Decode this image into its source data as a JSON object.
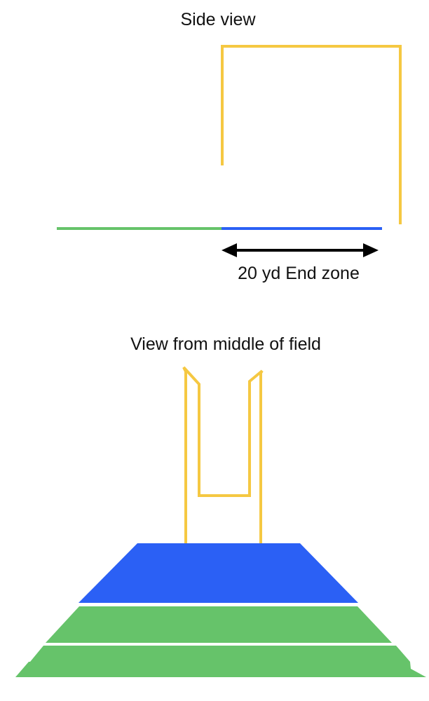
{
  "side_view": {
    "title": "Side view",
    "end_zone_label": "20 yd End zone"
  },
  "middle_view": {
    "title": "View from middle of field"
  },
  "colors": {
    "field_green": "#66c36a",
    "end_zone_blue": "#2b60f5",
    "goalpost_yellow": "#f5c842",
    "arrow_black": "#000000"
  }
}
